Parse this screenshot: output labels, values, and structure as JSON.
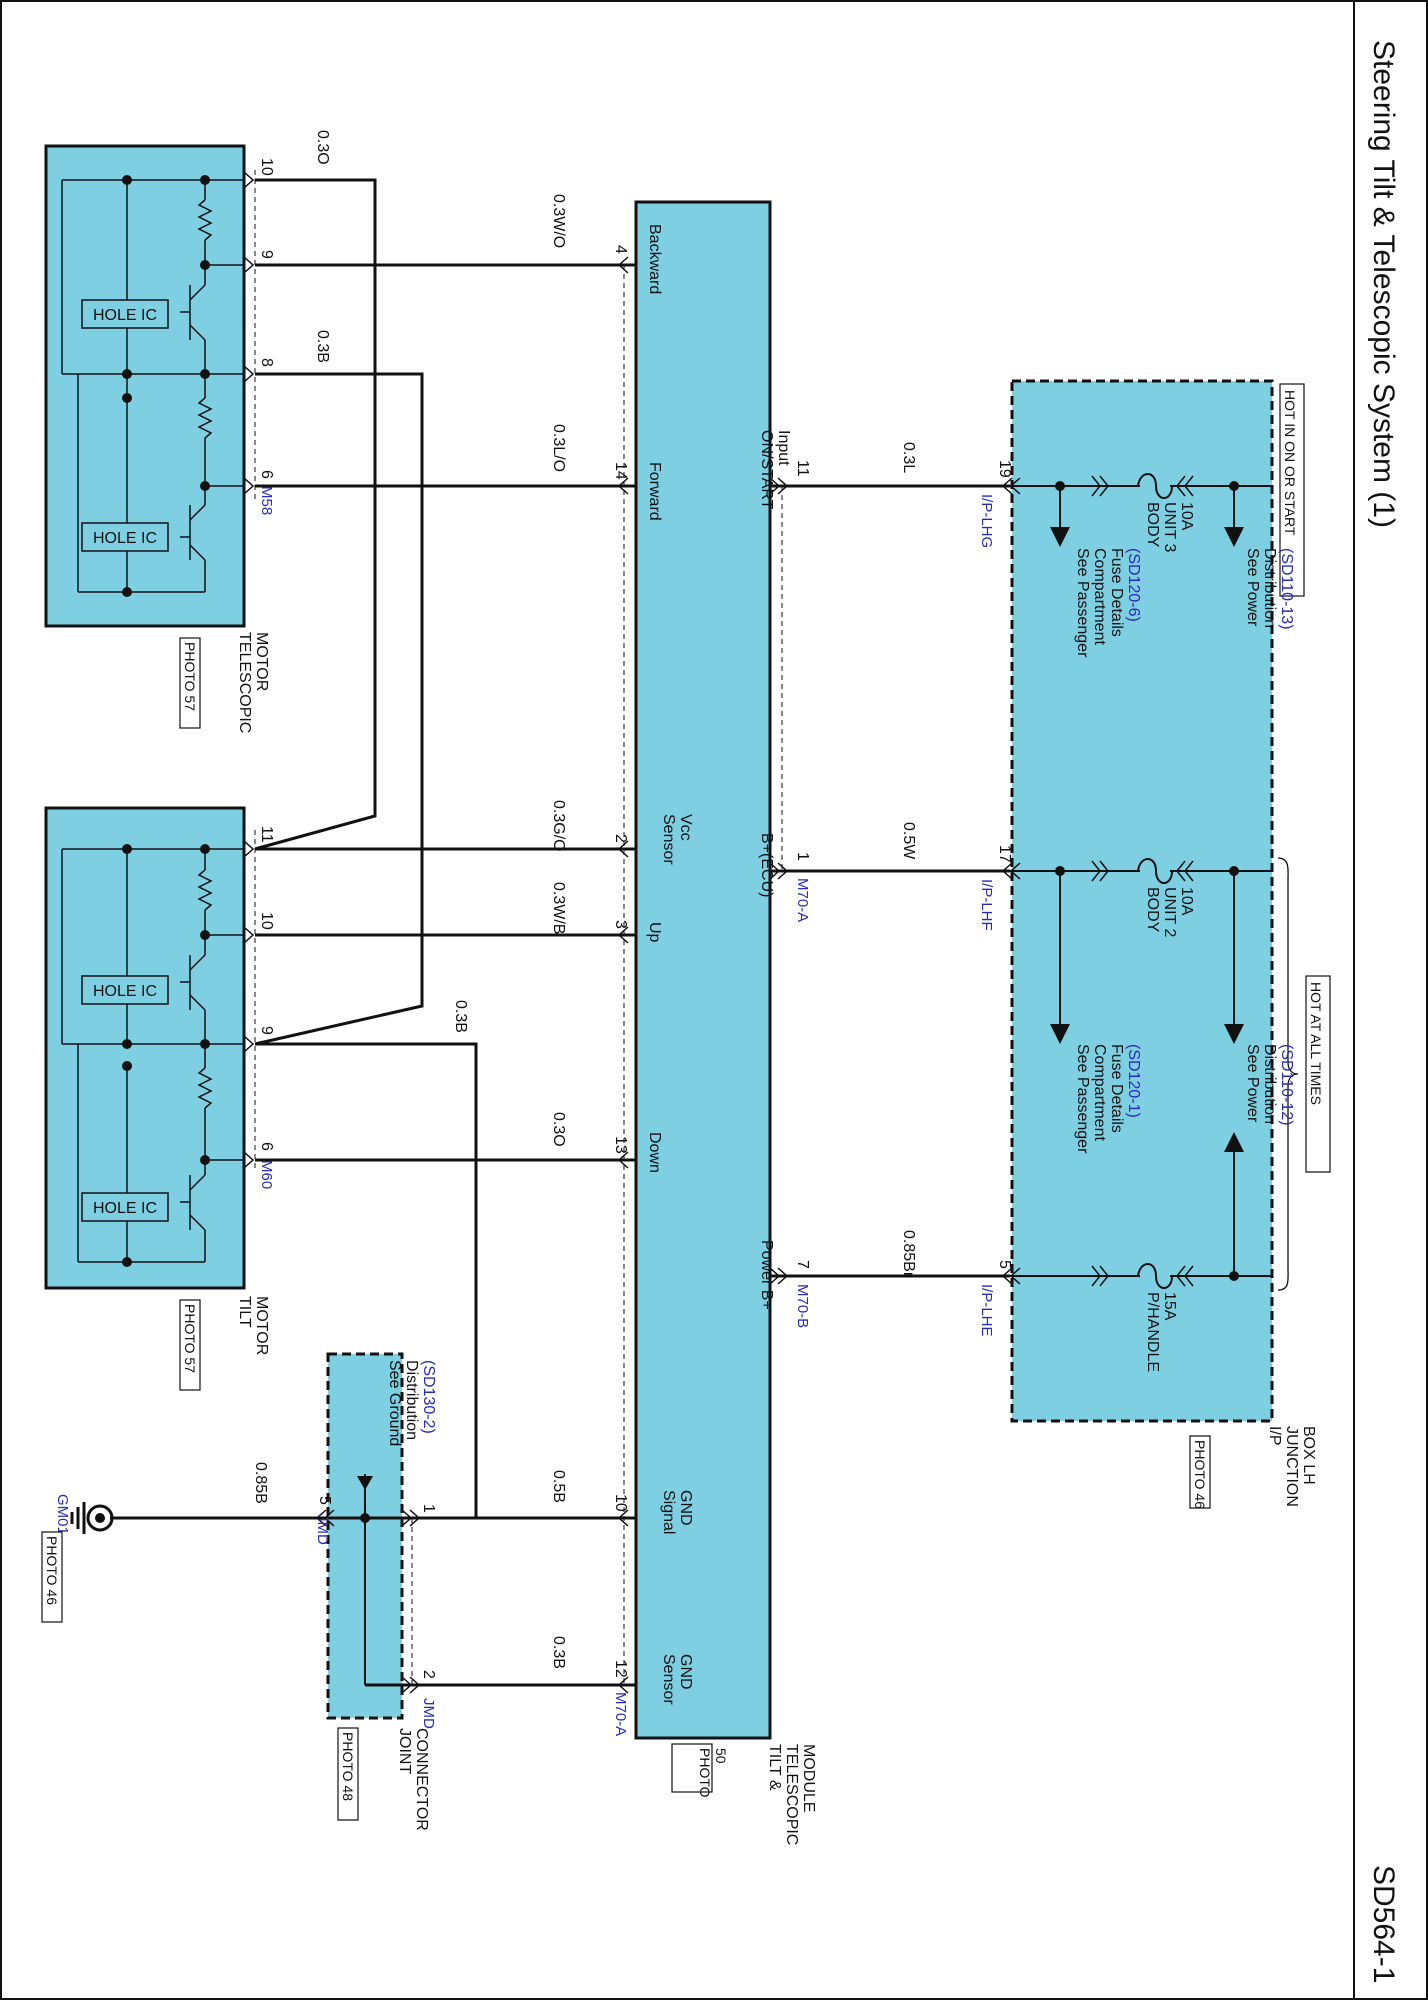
{
  "header": {
    "title": "Steering Tilt & Telescopic System (1)",
    "code": "SD564-1"
  },
  "colors": {
    "box_fill": "#7ecfe2",
    "wire": "#111111",
    "ref_link": "#1f3fc8"
  },
  "junction_box": {
    "label_lines": [
      "I/P",
      "JUNCTION",
      "BOX LH"
    ],
    "photo": "PHOTO 46",
    "hot_on_start": "HOT IN ON OR START",
    "hot_all_times": "HOT AT ALL TIMES",
    "fuses": [
      {
        "lines": [
          "BODY",
          "UNIT 3",
          "10A"
        ]
      },
      {
        "lines": [
          "BODY",
          "UNIT 2",
          "10A"
        ]
      },
      {
        "lines": [
          "P/HANDLE",
          "15A"
        ]
      }
    ],
    "power_refs": [
      {
        "lines": [
          "See Power",
          "Distribution"
        ],
        "ref": "(SD110-13)"
      },
      {
        "lines": [
          "See Power",
          "Distribution"
        ],
        "ref": "(SD110-12)"
      }
    ],
    "passenger_refs": [
      {
        "lines": [
          "See Passenger",
          "Compartment",
          "Fuse Details"
        ],
        "ref": "(SD120-6)"
      },
      {
        "lines": [
          "See Passenger",
          "Compartment",
          "Fuse Details"
        ],
        "ref": "(SD120-1)"
      }
    ],
    "pins": [
      {
        "pin": "19",
        "connector": "I/P-LHG"
      },
      {
        "pin": "17",
        "connector": "I/P-LHF"
      },
      {
        "pin": "5",
        "connector": "I/P-LHE"
      }
    ]
  },
  "module": {
    "label_lines": [
      "TILT &",
      "TELESCOPIC",
      "MODULE"
    ],
    "photo_lines": [
      "PHOTO",
      "50"
    ],
    "power_pins": [
      {
        "pin": "11",
        "label": "ON/START",
        "label2": "Input",
        "wire": "0.3L",
        "connector": ""
      },
      {
        "pin": "1",
        "label": "B+(ECU)",
        "label2": "",
        "wire": "0.5W",
        "connector": "M70-A"
      },
      {
        "pin": "7",
        "label": "Power B+",
        "label2": "",
        "wire": "0.85Br",
        "connector": "M70-B"
      }
    ],
    "signal_pins": [
      {
        "pin": "4",
        "label": "Backward",
        "wire": "0.3W/O"
      },
      {
        "pin": "14",
        "label": "Forward",
        "wire": "0.3L/O"
      },
      {
        "pin": "2",
        "label": "Sensor",
        "label2": "Vcc",
        "wire": "0.3G/O"
      },
      {
        "pin": "3",
        "label": "Up",
        "wire": "0.3W/B"
      },
      {
        "pin": "13",
        "label": "Down",
        "wire": "0.3O"
      },
      {
        "pin": "10",
        "label": "Signal",
        "label2": "GND",
        "wire": "0.5B"
      },
      {
        "pin": "12",
        "label": "Sensor",
        "label2": "GND",
        "wire": "0.3B",
        "connector": "M70-A"
      }
    ]
  },
  "telescopic_motor": {
    "label_lines": [
      "TELESCOPIC",
      "MOTOR"
    ],
    "photo": "PHOTO 57",
    "connector": "M58",
    "hole_ic": "HOLE IC",
    "pins": [
      "10",
      "9",
      "8",
      "6"
    ],
    "wires": [
      "0.3O",
      "0.3B"
    ]
  },
  "tilt_motor": {
    "label_lines": [
      "TILT",
      "MOTOR"
    ],
    "photo": "PHOTO 57",
    "connector": "M60",
    "hole_ic": "HOLE IC",
    "pins": [
      "11",
      "10",
      "9",
      "6"
    ],
    "wire_b": "0.3B"
  },
  "joint_connector": {
    "label_lines": [
      "JOINT",
      "CONNECTOR"
    ],
    "photo": "PHOTO 48",
    "connector_a": "JMD",
    "connector_b": "JMD",
    "ground_ref_lines": [
      "See Ground",
      "Distribution"
    ],
    "ground_ref": "(SD130-2)",
    "pins": [
      "1",
      "2",
      "5"
    ]
  },
  "ground": {
    "label": "GM01",
    "photo": "PHOTO 46",
    "wire": "0.85B"
  }
}
